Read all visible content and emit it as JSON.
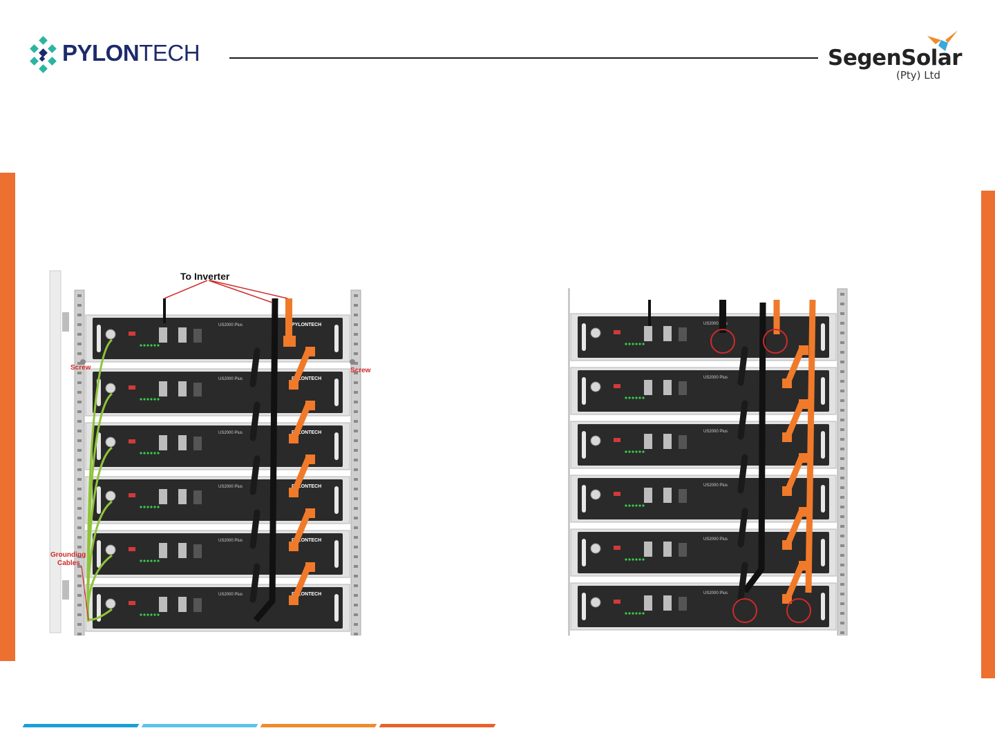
{
  "header": {
    "left_logo": {
      "bold": "PYLON",
      "light": "TECH"
    },
    "right_logo": {
      "name": "SegenSolar",
      "sub": "(Pty) Ltd"
    }
  },
  "colors": {
    "accent_orange": "#ec7030",
    "brand_navy": "#1d2a6b",
    "brand_teal": "#2bb5a0",
    "stripe_blue": "#1aa0d8",
    "stripe_light_blue": "#5cc4ea",
    "stripe_orange": "#f08a2a",
    "stripe_red_orange": "#e8602a"
  },
  "diagram_left": {
    "title": "To Inverter",
    "screw_left": "Screw",
    "screw_right": "Screw",
    "grounding_line1": "Grounding",
    "grounding_line2": "Cables",
    "module_model": "US2000 Plus",
    "module_brand": "PYLONTECH",
    "module_count": 6
  },
  "diagram_right": {
    "module_model": "US2000 Plus",
    "module_count": 6,
    "highlight_circles": 4
  }
}
